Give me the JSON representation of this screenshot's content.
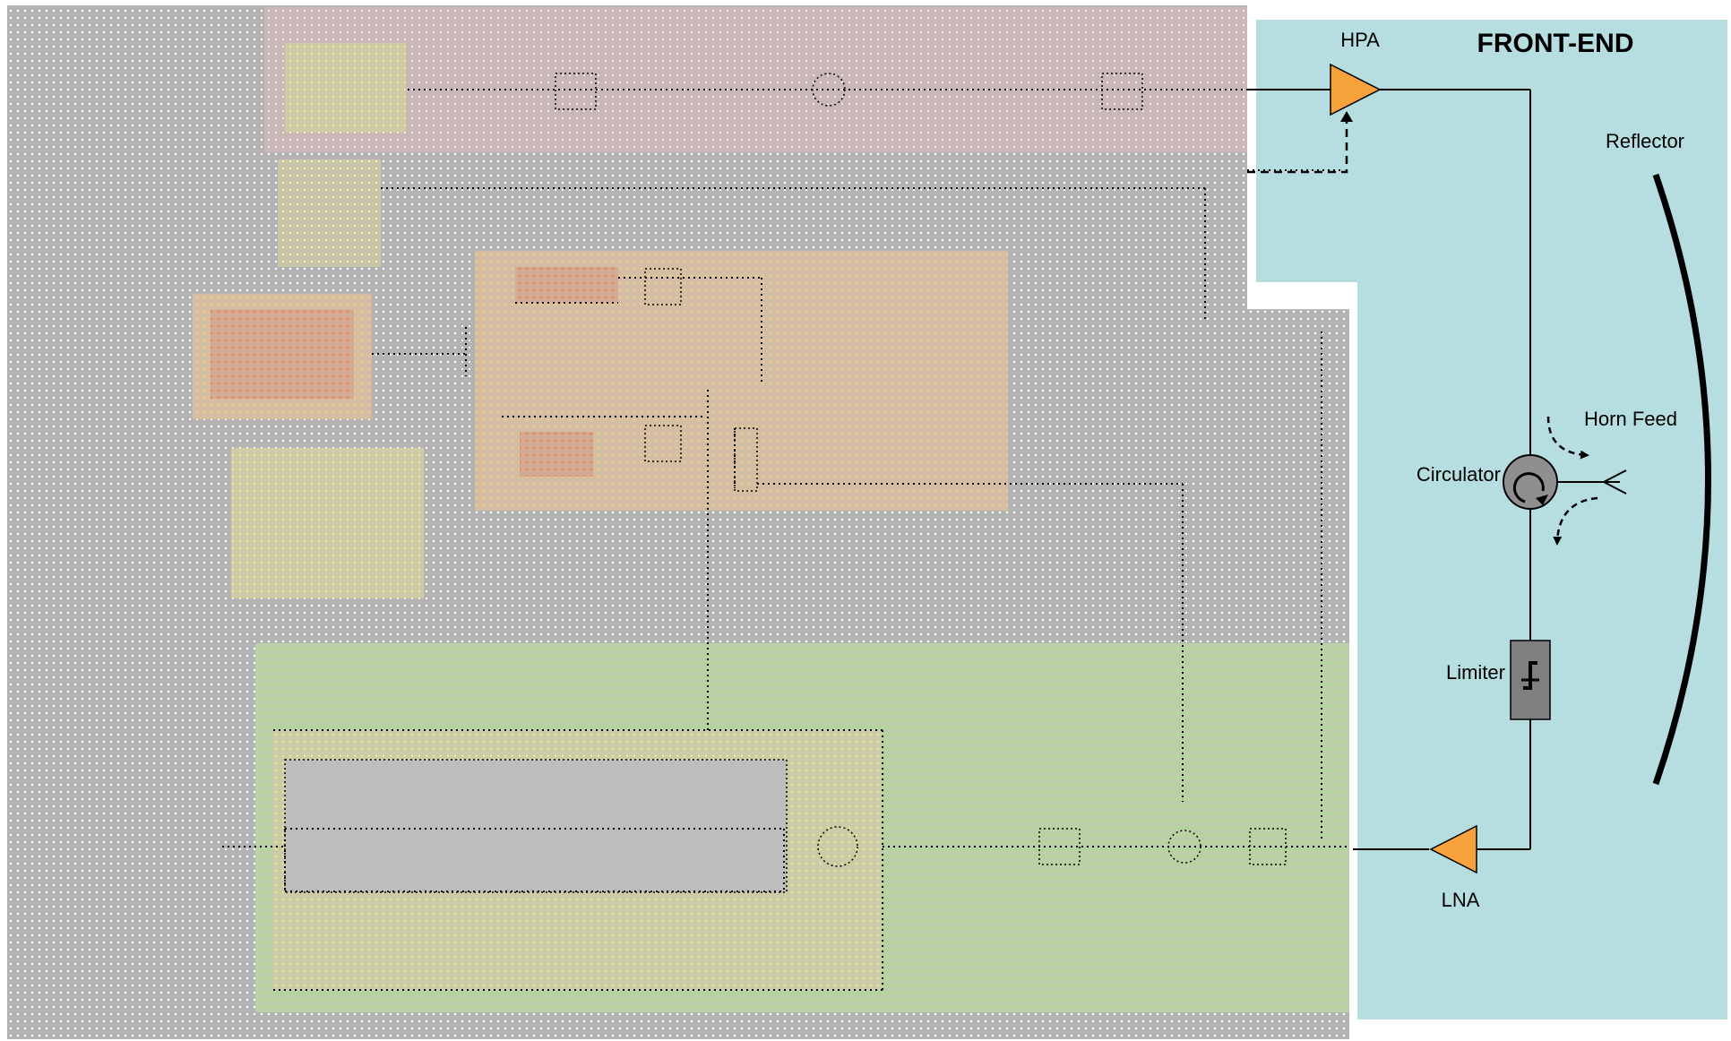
{
  "front_end": {
    "title": "FRONT-END",
    "labels": {
      "hpa": "HPA",
      "reflector": "Reflector",
      "horn_feed": "Horn Feed",
      "circulator": "Circulator",
      "limiter": "Limiter",
      "lna": "LNA"
    }
  },
  "colors": {
    "panel": "#b6dde0",
    "amplifier": "#f7a23b",
    "limiter_fill": "#7f7f7f",
    "circulator_fill": "#8f8f8f",
    "masked_region": "#b3b3b3",
    "tx_band": "#cdb8b8",
    "lo_band": "#e8c99a",
    "rx_band": "#cfe2b0",
    "ref_box": "#e6e0a8"
  }
}
